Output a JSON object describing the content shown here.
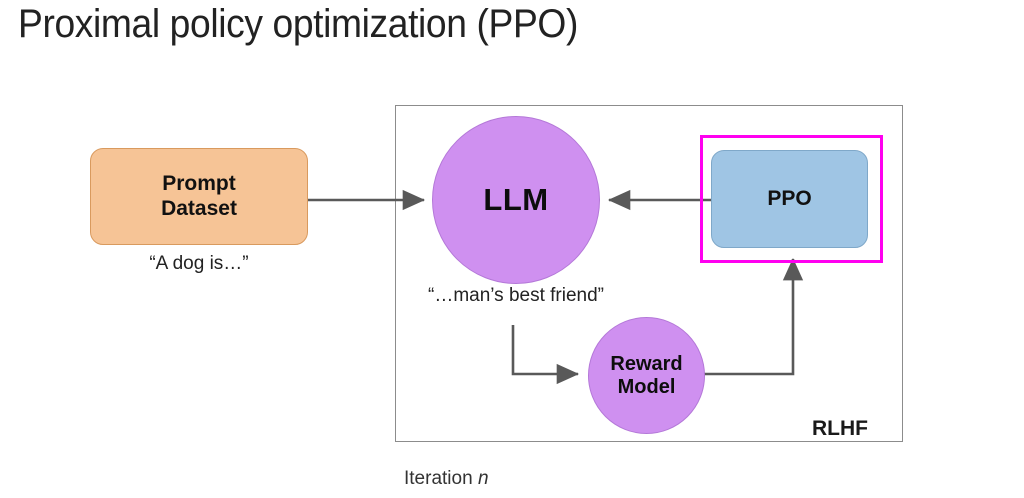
{
  "slide": {
    "title": "Proximal policy optimization (PPO)"
  },
  "diagram": {
    "type": "flow-diagram",
    "frame": {
      "label": "RLHF"
    },
    "nodes": [
      {
        "id": "prompt-dataset",
        "label_line1": "Prompt",
        "label_line2": "Dataset",
        "shape": "rounded-rect",
        "color": "#F6C496"
      },
      {
        "id": "llm",
        "label": "LLM",
        "shape": "circle",
        "color": "#CF90F0"
      },
      {
        "id": "ppo",
        "label": "PPO",
        "shape": "rounded-rect",
        "color": "#9FC5E4",
        "highlight_color": "#FF00F0"
      },
      {
        "id": "reward-model",
        "label_line1": "Reward",
        "label_line2": "Model",
        "shape": "circle",
        "color": "#CF90F0"
      }
    ],
    "captions": {
      "prompt_example": "“A dog is…”",
      "llm_output": "“…man’s best friend”",
      "iteration_prefix": "Iteration ",
      "iteration_variable": "n"
    },
    "edges": [
      {
        "from": "prompt-dataset",
        "to": "llm",
        "direction": "right"
      },
      {
        "from": "llm",
        "to": "reward-model",
        "direction": "elbow-down-right"
      },
      {
        "from": "reward-model",
        "to": "ppo",
        "direction": "elbow-right-up"
      },
      {
        "from": "ppo",
        "to": "llm",
        "direction": "left"
      }
    ],
    "colors": {
      "arrow": "#595959",
      "frame_border": "#8c8c8c",
      "highlight": "#FF00F0"
    }
  }
}
